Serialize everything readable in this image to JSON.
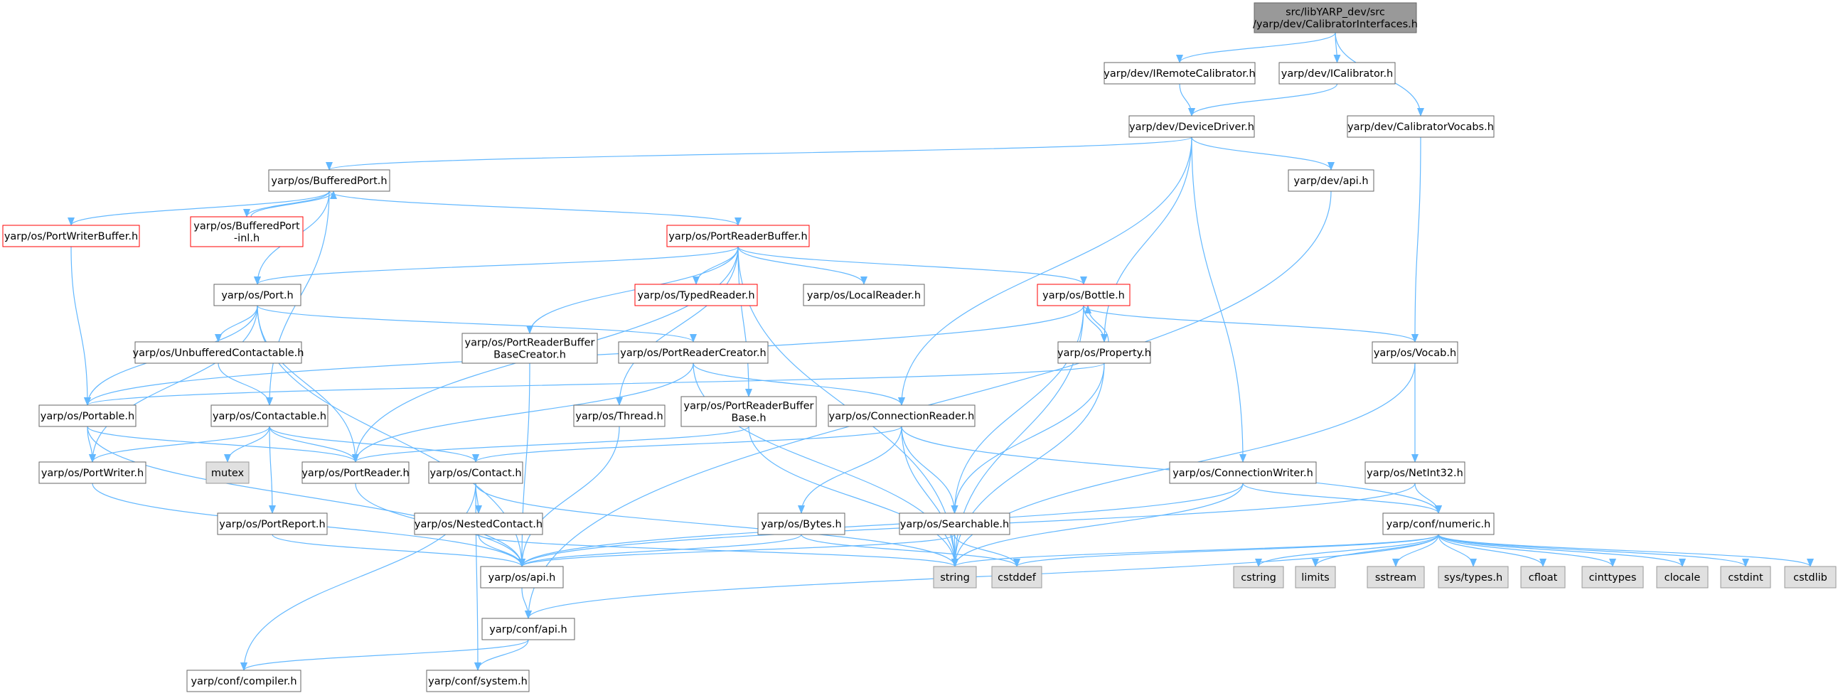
{
  "colors": {
    "edge": "#63b8ff",
    "border_default": "#666666",
    "border_truncated": "#ff0000",
    "fill_default": "#ffffff",
    "fill_root": "#999999",
    "fill_system": "#e0e0e0",
    "border_system": "#999999"
  },
  "nodes": [
    {
      "id": "root",
      "lines": [
        "src/libYARP_dev/src",
        "/yarp/dev/CalibratorInterfaces.h"
      ],
      "style": "root"
    },
    {
      "id": "iremotecal",
      "lines": [
        "yarp/dev/IRemoteCalibrator.h"
      ],
      "style": "normal"
    },
    {
      "id": "ical",
      "lines": [
        "yarp/dev/ICalibrator.h"
      ],
      "style": "normal"
    },
    {
      "id": "calvocabs",
      "lines": [
        "yarp/dev/CalibratorVocabs.h"
      ],
      "style": "normal"
    },
    {
      "id": "devdriver",
      "lines": [
        "yarp/dev/DeviceDriver.h"
      ],
      "style": "normal"
    },
    {
      "id": "bufport",
      "lines": [
        "yarp/os/BufferedPort.h"
      ],
      "style": "normal"
    },
    {
      "id": "devapi",
      "lines": [
        "yarp/dev/api.h"
      ],
      "style": "normal"
    },
    {
      "id": "pwbuf",
      "lines": [
        "yarp/os/PortWriterBuffer.h"
      ],
      "style": "truncated"
    },
    {
      "id": "bufportinl",
      "lines": [
        "yarp/os/BufferedPort",
        "-inl.h"
      ],
      "style": "truncated"
    },
    {
      "id": "prbuf",
      "lines": [
        "yarp/os/PortReaderBuffer.h"
      ],
      "style": "truncated"
    },
    {
      "id": "port",
      "lines": [
        "yarp/os/Port.h"
      ],
      "style": "normal"
    },
    {
      "id": "typedreader",
      "lines": [
        "yarp/os/TypedReader.h"
      ],
      "style": "truncated"
    },
    {
      "id": "localreader",
      "lines": [
        "yarp/os/LocalReader.h"
      ],
      "style": "normal"
    },
    {
      "id": "bottle",
      "lines": [
        "yarp/os/Bottle.h"
      ],
      "style": "truncated"
    },
    {
      "id": "unbufcont",
      "lines": [
        "yarp/os/UnbufferedContactable.h"
      ],
      "style": "normal"
    },
    {
      "id": "prbufbasecreator",
      "lines": [
        "yarp/os/PortReaderBuffer",
        "BaseCreator.h"
      ],
      "style": "normal"
    },
    {
      "id": "prcreator",
      "lines": [
        "yarp/os/PortReaderCreator.h"
      ],
      "style": "normal"
    },
    {
      "id": "property",
      "lines": [
        "yarp/os/Property.h"
      ],
      "style": "normal"
    },
    {
      "id": "vocab",
      "lines": [
        "yarp/os/Vocab.h"
      ],
      "style": "normal"
    },
    {
      "id": "portable",
      "lines": [
        "yarp/os/Portable.h"
      ],
      "style": "normal"
    },
    {
      "id": "contactable",
      "lines": [
        "yarp/os/Contactable.h"
      ],
      "style": "normal"
    },
    {
      "id": "thread",
      "lines": [
        "yarp/os/Thread.h"
      ],
      "style": "normal"
    },
    {
      "id": "prbufbase",
      "lines": [
        "yarp/os/PortReaderBuffer",
        "Base.h"
      ],
      "style": "normal"
    },
    {
      "id": "connreader",
      "lines": [
        "yarp/os/ConnectionReader.h"
      ],
      "style": "normal"
    },
    {
      "id": "mutex",
      "lines": [
        "mutex"
      ],
      "style": "system"
    },
    {
      "id": "portwriter",
      "lines": [
        "yarp/os/PortWriter.h"
      ],
      "style": "normal"
    },
    {
      "id": "portreader",
      "lines": [
        "yarp/os/PortReader.h"
      ],
      "style": "normal"
    },
    {
      "id": "contact",
      "lines": [
        "yarp/os/Contact.h"
      ],
      "style": "normal"
    },
    {
      "id": "connwriter",
      "lines": [
        "yarp/os/ConnectionWriter.h"
      ],
      "style": "normal"
    },
    {
      "id": "netint32",
      "lines": [
        "yarp/os/NetInt32.h"
      ],
      "style": "normal"
    },
    {
      "id": "portreport",
      "lines": [
        "yarp/os/PortReport.h"
      ],
      "style": "normal"
    },
    {
      "id": "nestedcontact",
      "lines": [
        "yarp/os/NestedContact.h"
      ],
      "style": "normal"
    },
    {
      "id": "bytes",
      "lines": [
        "yarp/os/Bytes.h"
      ],
      "style": "normal"
    },
    {
      "id": "searchable",
      "lines": [
        "yarp/os/Searchable.h"
      ],
      "style": "normal"
    },
    {
      "id": "numeric",
      "lines": [
        "yarp/conf/numeric.h"
      ],
      "style": "normal"
    },
    {
      "id": "osapi",
      "lines": [
        "yarp/os/api.h"
      ],
      "style": "normal"
    },
    {
      "id": "string",
      "lines": [
        "string"
      ],
      "style": "system"
    },
    {
      "id": "cstddef",
      "lines": [
        "cstddef"
      ],
      "style": "system"
    },
    {
      "id": "cstring",
      "lines": [
        "cstring"
      ],
      "style": "system"
    },
    {
      "id": "limits",
      "lines": [
        "limits"
      ],
      "style": "system"
    },
    {
      "id": "sstream",
      "lines": [
        "sstream"
      ],
      "style": "system"
    },
    {
      "id": "systypes",
      "lines": [
        "sys/types.h"
      ],
      "style": "system"
    },
    {
      "id": "cfloat",
      "lines": [
        "cfloat"
      ],
      "style": "system"
    },
    {
      "id": "cinttypes",
      "lines": [
        "cinttypes"
      ],
      "style": "system"
    },
    {
      "id": "clocale",
      "lines": [
        "clocale"
      ],
      "style": "system"
    },
    {
      "id": "cstdint",
      "lines": [
        "cstdint"
      ],
      "style": "system"
    },
    {
      "id": "cstdlib",
      "lines": [
        "cstdlib"
      ],
      "style": "system"
    },
    {
      "id": "confapi",
      "lines": [
        "yarp/conf/api.h"
      ],
      "style": "normal"
    },
    {
      "id": "compiler",
      "lines": [
        "yarp/conf/compiler.h"
      ],
      "style": "normal"
    },
    {
      "id": "system",
      "lines": [
        "yarp/conf/system.h"
      ],
      "style": "normal"
    }
  ],
  "edges": [
    [
      "root",
      "iremotecal"
    ],
    [
      "root",
      "ical"
    ],
    [
      "root",
      "calvocabs"
    ],
    [
      "iremotecal",
      "devdriver"
    ],
    [
      "ical",
      "devdriver"
    ],
    [
      "calvocabs",
      "vocab"
    ],
    [
      "devdriver",
      "bufport"
    ],
    [
      "devdriver",
      "devapi"
    ],
    [
      "devdriver",
      "property"
    ],
    [
      "devdriver",
      "connreader"
    ],
    [
      "devdriver",
      "connwriter"
    ],
    [
      "devapi",
      "confapi"
    ],
    [
      "bufport",
      "pwbuf"
    ],
    [
      "bufport",
      "bufportinl"
    ],
    [
      "bufportinl",
      "bufport"
    ],
    [
      "bufport",
      "prbuf"
    ],
    [
      "bufport",
      "port"
    ],
    [
      "bufport",
      "contactable"
    ],
    [
      "pwbuf",
      "portable"
    ],
    [
      "prbuf",
      "port"
    ],
    [
      "prbuf",
      "typedreader"
    ],
    [
      "prbuf",
      "localreader"
    ],
    [
      "prbuf",
      "bottle"
    ],
    [
      "prbuf",
      "prbufbasecreator"
    ],
    [
      "prbuf",
      "thread"
    ],
    [
      "prbuf",
      "prbufbase"
    ],
    [
      "prbuf",
      "portreader"
    ],
    [
      "prbuf",
      "string"
    ],
    [
      "port",
      "unbufcont"
    ],
    [
      "port",
      "prcreator"
    ],
    [
      "port",
      "portable"
    ],
    [
      "port",
      "portwriter"
    ],
    [
      "port",
      "portreader"
    ],
    [
      "port",
      "osapi"
    ],
    [
      "bottle",
      "property"
    ],
    [
      "property",
      "bottle"
    ],
    [
      "bottle",
      "portable"
    ],
    [
      "bottle",
      "searchable"
    ],
    [
      "bottle",
      "vocab"
    ],
    [
      "bottle",
      "string"
    ],
    [
      "unbufcont",
      "contactable"
    ],
    [
      "prbufbasecreator",
      "osapi"
    ],
    [
      "prcreator",
      "portreader"
    ],
    [
      "prcreator",
      "connreader"
    ],
    [
      "prcreator",
      "string"
    ],
    [
      "property",
      "portable"
    ],
    [
      "property",
      "searchable"
    ],
    [
      "property",
      "string"
    ],
    [
      "vocab",
      "netint32"
    ],
    [
      "vocab",
      "string"
    ],
    [
      "portable",
      "portwriter"
    ],
    [
      "portable",
      "portreader"
    ],
    [
      "portable",
      "osapi"
    ],
    [
      "contactable",
      "mutex"
    ],
    [
      "contactable",
      "portwriter"
    ],
    [
      "contactable",
      "portreader"
    ],
    [
      "contactable",
      "contact"
    ],
    [
      "contactable",
      "portreport"
    ],
    [
      "thread",
      "osapi"
    ],
    [
      "prbufbase",
      "portreader"
    ],
    [
      "prbufbase",
      "string"
    ],
    [
      "connreader",
      "contact"
    ],
    [
      "connreader",
      "bytes"
    ],
    [
      "connreader",
      "searchable"
    ],
    [
      "connreader",
      "numeric"
    ],
    [
      "connreader",
      "string"
    ],
    [
      "portwriter",
      "osapi"
    ],
    [
      "portreader",
      "osapi"
    ],
    [
      "contact",
      "nestedcontact"
    ],
    [
      "contact",
      "compiler"
    ],
    [
      "contact",
      "system"
    ],
    [
      "contact",
      "string"
    ],
    [
      "connwriter",
      "osapi"
    ],
    [
      "connwriter",
      "numeric"
    ],
    [
      "connwriter",
      "string"
    ],
    [
      "netint32",
      "numeric"
    ],
    [
      "netint32",
      "osapi"
    ],
    [
      "portreport",
      "osapi"
    ],
    [
      "nestedcontact",
      "osapi"
    ],
    [
      "nestedcontact",
      "string"
    ],
    [
      "bytes",
      "osapi"
    ],
    [
      "bytes",
      "cstddef"
    ],
    [
      "searchable",
      "osapi"
    ],
    [
      "searchable",
      "string"
    ],
    [
      "searchable",
      "cstddef"
    ],
    [
      "numeric",
      "confapi"
    ],
    [
      "numeric",
      "string"
    ],
    [
      "numeric",
      "cstddef"
    ],
    [
      "numeric",
      "cstring"
    ],
    [
      "numeric",
      "limits"
    ],
    [
      "numeric",
      "sstream"
    ],
    [
      "numeric",
      "systypes"
    ],
    [
      "numeric",
      "cfloat"
    ],
    [
      "numeric",
      "cinttypes"
    ],
    [
      "numeric",
      "clocale"
    ],
    [
      "numeric",
      "cstdint"
    ],
    [
      "numeric",
      "cstdlib"
    ],
    [
      "osapi",
      "confapi"
    ],
    [
      "confapi",
      "compiler"
    ],
    [
      "confapi",
      "system"
    ]
  ]
}
